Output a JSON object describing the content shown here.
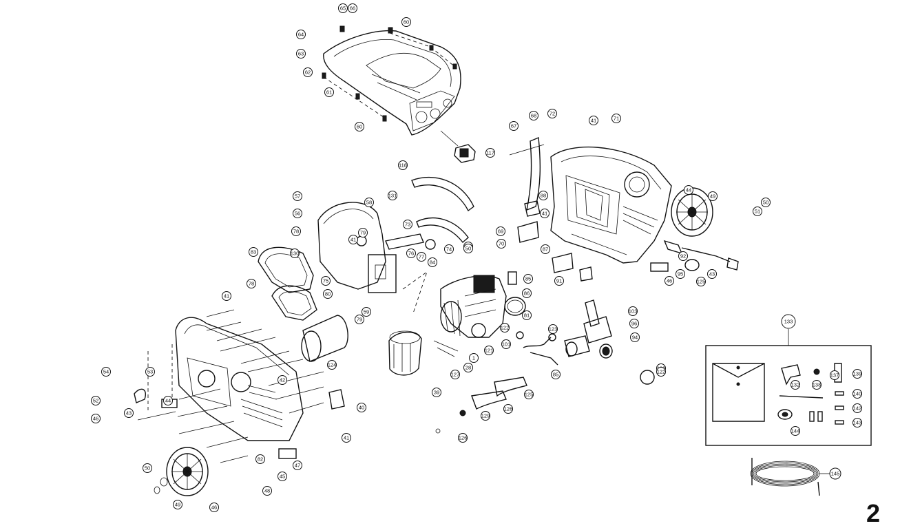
{
  "page_number": "2",
  "kit_label": "133",
  "hose_label": "145",
  "callouts": [
    "65",
    "66",
    "60",
    "64",
    "63",
    "62",
    "61",
    "60",
    "117",
    "118",
    "131",
    "58",
    "73",
    "74",
    "120",
    "72",
    "68",
    "41",
    "71",
    "67",
    "44",
    "49",
    "50",
    "51",
    "57",
    "56",
    "78",
    "79",
    "41",
    "130",
    "83",
    "75",
    "76",
    "77",
    "84",
    "85",
    "86",
    "81",
    "50",
    "80",
    "69",
    "41",
    "70",
    "88",
    "87",
    "91",
    "92",
    "43",
    "46",
    "95",
    "125",
    "78",
    "79",
    "59",
    "41",
    "54",
    "53",
    "52",
    "46",
    "43",
    "44",
    "42",
    "41",
    "40",
    "39",
    "127",
    "28",
    "1",
    "121",
    "122",
    "101",
    "123",
    "85",
    "103",
    "94",
    "96",
    "102",
    "129",
    "126",
    "126",
    "125",
    "124",
    "82",
    "48",
    "47",
    "45",
    "46",
    "49",
    "50",
    "122",
    "132",
    "138",
    "137",
    "139",
    "140",
    "142",
    "143",
    "144",
    "141"
  ]
}
